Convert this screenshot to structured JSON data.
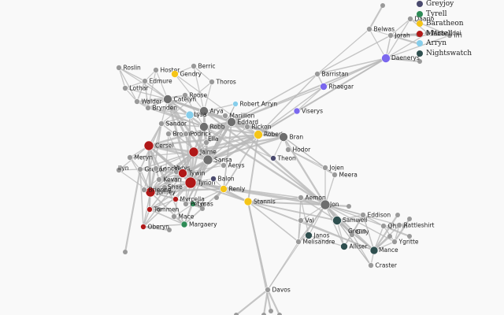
{
  "colors": {
    "edge": "#b8b8b8",
    "default": "#9a9a9a",
    "dark": "#6e6e6e",
    "Greyjoy": "#4a4a6e",
    "Tyrell": "#2e8b57",
    "Baratheon": "#f5c518",
    "Martell": "#b01818",
    "Arryn": "#87ceeb",
    "Nightswatch": "#2f4f4f",
    "Targaryen": "#7b68ee"
  },
  "legend": [
    {
      "key": "Greyjoy",
      "label": "Greyjoy"
    },
    {
      "key": "Tyrell",
      "label": "Tyrell"
    },
    {
      "key": "Baratheon",
      "label": "Baratheon"
    },
    {
      "key": "Martell",
      "label": "Martell"
    },
    {
      "key": "Arryn",
      "label": "Arryn"
    },
    {
      "key": "Nightswatch",
      "label": "Nightswatch"
    }
  ],
  "nodes": [
    {
      "id": "Roslin",
      "label": "Roslin",
      "g": "default"
    },
    {
      "id": "Hoster",
      "label": "Hoster",
      "g": "default"
    },
    {
      "id": "Gendry",
      "label": "Gendry",
      "g": "Baratheon"
    },
    {
      "id": "Berric",
      "label": "Berric",
      "g": "default"
    },
    {
      "id": "Edmure",
      "label": "Edmure",
      "g": "default"
    },
    {
      "id": "Thoros",
      "label": "Thoros",
      "g": "default"
    },
    {
      "id": "Lothar",
      "label": "Lothar",
      "g": "default"
    },
    {
      "id": "Roose",
      "label": "Roose",
      "g": "default"
    },
    {
      "id": "Walder",
      "label": "Walder",
      "g": "default"
    },
    {
      "id": "Catelyn",
      "label": "Catelyn",
      "g": "dark"
    },
    {
      "id": "Brynden",
      "label": "Brynden",
      "g": "default"
    },
    {
      "id": "Arya",
      "label": "Arya",
      "g": "dark"
    },
    {
      "id": "RobertArryn",
      "label": "Robert Arryn",
      "g": "Arryn"
    },
    {
      "id": "Lysa",
      "label": "Lysa",
      "g": "Arryn"
    },
    {
      "id": "Marillion",
      "label": "Marillion",
      "g": "default"
    },
    {
      "id": "Eddard",
      "label": "Eddard",
      "g": "dark"
    },
    {
      "id": "Sandor",
      "label": "Sandor",
      "g": "default"
    },
    {
      "id": "Robb",
      "label": "Robb",
      "g": "dark"
    },
    {
      "id": "Rickon",
      "label": "Rickon",
      "g": "default"
    },
    {
      "id": "Bronn",
      "label": "Bronn",
      "g": "default"
    },
    {
      "id": "Podrick",
      "label": "Podrick",
      "g": "default"
    },
    {
      "id": "Robert",
      "label": "Robert",
      "g": "Baratheon"
    },
    {
      "id": "Bran",
      "label": "Bran",
      "g": "dark"
    },
    {
      "id": "Cersei",
      "label": "Cersei",
      "g": "Martell"
    },
    {
      "id": "Ellaria",
      "label": "Ella",
      "g": "default"
    },
    {
      "id": "Jaime",
      "label": "Jaime",
      "g": "Martell"
    },
    {
      "id": "Hodor",
      "label": "Hodor",
      "g": "default"
    },
    {
      "id": "Meryn",
      "label": "Meryn",
      "g": "default"
    },
    {
      "id": "Sansa",
      "label": "Sansa",
      "g": "dark"
    },
    {
      "id": "Theon",
      "label": "Theon",
      "g": "Greyjoy"
    },
    {
      "id": "Aerys",
      "label": "Aerys",
      "g": "default"
    },
    {
      "id": "Ilyn",
      "label": "Ilyn",
      "g": "default"
    },
    {
      "id": "Gregor",
      "label": "Gregor",
      "g": "default"
    },
    {
      "id": "Lancel",
      "label": "Lancel",
      "g": "default"
    },
    {
      "id": "Varys",
      "label": "Varys",
      "g": "default"
    },
    {
      "id": "Tywin",
      "label": "Tywin",
      "g": "Martell"
    },
    {
      "id": "Kevan",
      "label": "Kevan",
      "g": "default"
    },
    {
      "id": "Tyrion",
      "label": "Tyrion",
      "g": "Martell"
    },
    {
      "id": "Shae",
      "label": "Shae",
      "g": "default"
    },
    {
      "id": "Joffrey",
      "label": "Joffrey",
      "g": "Martell"
    },
    {
      "id": "Balon",
      "label": "Balon",
      "g": "Greyjoy"
    },
    {
      "id": "Renly",
      "label": "Renly",
      "g": "Baratheon"
    },
    {
      "id": "Brienne",
      "label": "Brienne",
      "g": "default"
    },
    {
      "id": "Myrcella",
      "label": "Myrcella",
      "g": "Martell"
    },
    {
      "id": "Loras",
      "label": "Loras",
      "g": "Tyrell"
    },
    {
      "id": "Petyr",
      "label": "Petyr",
      "g": "default"
    },
    {
      "id": "Tommen",
      "label": "Tommen",
      "g": "Martell"
    },
    {
      "id": "Mace",
      "label": "Mace",
      "g": "default"
    },
    {
      "id": "Oberyn",
      "label": "Oberyn",
      "g": "Martell"
    },
    {
      "id": "Margaery",
      "label": "Margaery",
      "g": "Tyrell"
    },
    {
      "id": "Stannis",
      "label": "Stannis",
      "g": "Baratheon"
    },
    {
      "id": "Davos",
      "label": "Davos",
      "g": "default"
    },
    {
      "id": "Belwas",
      "label": "Belwas",
      "g": "default"
    },
    {
      "id": "Jorah",
      "label": "Jorah",
      "g": "default"
    },
    {
      "id": "Daario",
      "label": "Daario",
      "g": "default"
    },
    {
      "id": "Missandei",
      "label": "Missandei",
      "g": "default"
    },
    {
      "id": "Irri",
      "label": "Irri",
      "g": "default"
    },
    {
      "id": "Daenerys",
      "label": "Daenerys",
      "g": "Targaryen"
    },
    {
      "id": "Barristan",
      "label": "Barristan",
      "g": "default"
    },
    {
      "id": "Rhaegar",
      "label": "Rhaegar",
      "g": "Targaryen"
    },
    {
      "id": "Viserys",
      "label": "Viserys",
      "g": "Targaryen"
    },
    {
      "id": "Jojen",
      "label": "Jojen",
      "g": "default"
    },
    {
      "id": "Meera",
      "label": "Meera",
      "g": "default"
    },
    {
      "id": "Aemon",
      "label": "Aemon",
      "g": "default"
    },
    {
      "id": "Jon",
      "label": "Jon",
      "g": "dark"
    },
    {
      "id": "Eddison",
      "label": "Eddison",
      "g": "default"
    },
    {
      "id": "Samwell",
      "label": "Samwell",
      "g": "Nightswatch"
    },
    {
      "id": "Qhorin",
      "label": "Qhorin",
      "g": "default"
    },
    {
      "id": "Rattleshirt",
      "label": "Rattleshirt",
      "g": "default"
    },
    {
      "id": "Val",
      "label": "Val",
      "g": "default"
    },
    {
      "id": "Gilly",
      "label": "Gilly",
      "g": "default"
    },
    {
      "id": "Janos",
      "label": "Janos",
      "g": "Nightswatch"
    },
    {
      "id": "Ygritte",
      "label": "Ygritte",
      "g": "default"
    },
    {
      "id": "Melisandre",
      "label": "Melisandre",
      "g": "default"
    },
    {
      "id": "Alliser",
      "label": "Alliser",
      "g": "Nightswatch"
    },
    {
      "id": "Mance",
      "label": "Mance",
      "g": "Nightswatch"
    },
    {
      "id": "Craster",
      "label": "Craster",
      "g": "default"
    },
    {
      "id": "Grenn",
      "label": "Grenn",
      "g": "default"
    }
  ],
  "edges": [
    [
      "Roslin",
      "Edmure"
    ],
    [
      "Roslin",
      "Walder"
    ],
    [
      "Roslin",
      "Catelyn"
    ],
    [
      "Roslin",
      "Lothar"
    ],
    [
      "Hoster",
      "Edmure"
    ],
    [
      "Hoster",
      "Catelyn"
    ],
    [
      "Hoster",
      "Brynden"
    ],
    [
      "Gendry",
      "Arya"
    ],
    [
      "Gendry",
      "Berric"
    ],
    [
      "Gendry",
      "Robert"
    ],
    [
      "Berric",
      "Thoros"
    ],
    [
      "Berric",
      "Arya"
    ],
    [
      "Thoros",
      "Arya"
    ],
    [
      "Thoros",
      "Sandor"
    ],
    [
      "Edmure",
      "Catelyn"
    ],
    [
      "Edmure",
      "Brynden"
    ],
    [
      "Edmure",
      "Walder"
    ],
    [
      "Lothar",
      "Walder"
    ],
    [
      "Lothar",
      "Edmure"
    ],
    [
      "Lothar",
      "Catelyn"
    ],
    [
      "Roose",
      "Robb"
    ],
    [
      "Roose",
      "Walder"
    ],
    [
      "Roose",
      "Catelyn"
    ],
    [
      "Walder",
      "Catelyn"
    ],
    [
      "Walder",
      "Robb"
    ],
    [
      "Walder",
      "Brynden"
    ],
    [
      "Catelyn",
      "Robb"
    ],
    [
      "Catelyn",
      "Eddard"
    ],
    [
      "Catelyn",
      "Lysa"
    ],
    [
      "Catelyn",
      "Brynden"
    ],
    [
      "Catelyn",
      "Sansa"
    ],
    [
      "Catelyn",
      "Arya"
    ],
    [
      "Catelyn",
      "Bran"
    ],
    [
      "Catelyn",
      "Jaime"
    ],
    [
      "Catelyn",
      "Brienne"
    ],
    [
      "Catelyn",
      "Tyrion"
    ],
    [
      "Catelyn",
      "Rickon"
    ],
    [
      "Brynden",
      "Robb"
    ],
    [
      "Brynden",
      "Lysa"
    ],
    [
      "Arya",
      "Sandor"
    ],
    [
      "Arya",
      "Robb"
    ],
    [
      "Arya",
      "Eddard"
    ],
    [
      "Arya",
      "Sansa"
    ],
    [
      "Arya",
      "Bran"
    ],
    [
      "Arya",
      "Jon"
    ],
    [
      "Arya",
      "Rickon"
    ],
    [
      "RobertArryn",
      "Lysa"
    ],
    [
      "RobertArryn",
      "Sansa"
    ],
    [
      "RobertArryn",
      "Petyr"
    ],
    [
      "Lysa",
      "Petyr"
    ],
    [
      "Lysa",
      "Marillion"
    ],
    [
      "Lysa",
      "Sansa"
    ],
    [
      "Lysa",
      "Tyrion"
    ],
    [
      "Eddard",
      "Robert"
    ],
    [
      "Eddard",
      "Robb"
    ],
    [
      "Eddard",
      "Sansa"
    ],
    [
      "Eddard",
      "Bran"
    ],
    [
      "Eddard",
      "Cersei"
    ],
    [
      "Eddard",
      "Jaime"
    ],
    [
      "Eddard",
      "Varys"
    ],
    [
      "Eddard",
      "Petyr"
    ],
    [
      "Eddard",
      "Renly"
    ],
    [
      "Eddard",
      "Jon"
    ],
    [
      "Eddard",
      "Barristan"
    ],
    [
      "Eddard",
      "Rhaegar"
    ],
    [
      "Eddard",
      "Tyrion"
    ],
    [
      "Sandor",
      "Sansa"
    ],
    [
      "Sandor",
      "Joffrey"
    ],
    [
      "Sandor",
      "Gregor"
    ],
    [
      "Sandor",
      "Cersei"
    ],
    [
      "Sandor",
      "Robb"
    ],
    [
      "Robb",
      "Sansa"
    ],
    [
      "Robb",
      "Bran"
    ],
    [
      "Robb",
      "Jaime"
    ],
    [
      "Robb",
      "Theon"
    ],
    [
      "Robb",
      "Rickon"
    ],
    [
      "Robb",
      "Jon"
    ],
    [
      "Robb",
      "Tyrion"
    ],
    [
      "Rickon",
      "Bran"
    ],
    [
      "Rickon",
      "Sansa"
    ],
    [
      "Bronn",
      "Tyrion"
    ],
    [
      "Bronn",
      "Podrick"
    ],
    [
      "Bronn",
      "Shae"
    ],
    [
      "Robert",
      "Cersei"
    ],
    [
      "Robert",
      "Jaime"
    ],
    [
      "Robert",
      "Sansa"
    ],
    [
      "Robert",
      "Joffrey"
    ],
    [
      "Robert",
      "Stannis"
    ],
    [
      "Robert",
      "Renly"
    ],
    [
      "Robert",
      "Daenerys"
    ],
    [
      "Robert",
      "Barristan"
    ],
    [
      "Robert",
      "Viserys"
    ],
    [
      "Robert",
      "Bran"
    ],
    [
      "Robert",
      "Tyrion"
    ],
    [
      "Robert",
      "Rhaegar"
    ],
    [
      "Bran",
      "Hodor"
    ],
    [
      "Bran",
      "Jojen"
    ],
    [
      "Bran",
      "Meera"
    ],
    [
      "Bran",
      "Theon"
    ],
    [
      "Bran",
      "Jon"
    ],
    [
      "Bran",
      "Sansa"
    ],
    [
      "Bran",
      "Jaime"
    ],
    [
      "Hodor",
      "Jojen"
    ],
    [
      "Hodor",
      "Meera"
    ],
    [
      "Jojen",
      "Meera"
    ],
    [
      "Jojen",
      "Jon"
    ],
    [
      "Meera",
      "Jon"
    ],
    [
      "Cersei",
      "Jaime"
    ],
    [
      "Cersei",
      "Tyrion"
    ],
    [
      "Cersei",
      "Joffrey"
    ],
    [
      "Cersei",
      "Tywin"
    ],
    [
      "Cersei",
      "Tommen"
    ],
    [
      "Cersei",
      "Meryn"
    ],
    [
      "Cersei",
      "Sansa"
    ],
    [
      "Cersei",
      "Lancel"
    ],
    [
      "Cersei",
      "Myrcella"
    ],
    [
      "Cersei",
      "Varys"
    ],
    [
      "Cersei",
      "Kevan"
    ],
    [
      "Cersei",
      "Margaery"
    ],
    [
      "Cersei",
      "Ilyn"
    ],
    [
      "Jaime",
      "Tyrion"
    ],
    [
      "Jaime",
      "Tywin"
    ],
    [
      "Jaime",
      "Brienne"
    ],
    [
      "Jaime",
      "Joffrey"
    ],
    [
      "Jaime",
      "Aerys"
    ],
    [
      "Jaime",
      "Sansa"
    ],
    [
      "Jaime",
      "Tommen"
    ],
    [
      "Jaime",
      "Kevan"
    ],
    [
      "Jaime",
      "Lancel"
    ],
    [
      "Jaime",
      "Gregor"
    ],
    [
      "Jaime",
      "Meryn"
    ],
    [
      "Sansa",
      "Tyrion"
    ],
    [
      "Sansa",
      "Joffrey"
    ],
    [
      "Sansa",
      "Petyr"
    ],
    [
      "Sansa",
      "Margaery"
    ],
    [
      "Sansa",
      "Shae"
    ],
    [
      "Sansa",
      "Aerys"
    ],
    [
      "Tywin",
      "Tyrion"
    ],
    [
      "Tywin",
      "Kevan"
    ],
    [
      "Tywin",
      "Joffrey"
    ],
    [
      "Tywin",
      "Varys"
    ],
    [
      "Tywin",
      "Gregor"
    ],
    [
      "Tywin",
      "Oberyn"
    ],
    [
      "Tywin",
      "Mace"
    ],
    [
      "Tywin",
      "Stannis"
    ],
    [
      "Tywin",
      "Aerys"
    ],
    [
      "Tyrion",
      "Varys"
    ],
    [
      "Tyrion",
      "Shae"
    ],
    [
      "Tyrion",
      "Joffrey"
    ],
    [
      "Tyrion",
      "Podrick"
    ],
    [
      "Tyrion",
      "Kevan"
    ],
    [
      "Tyrion",
      "Myrcella"
    ],
    [
      "Tyrion",
      "Tommen"
    ],
    [
      "Tyrion",
      "Oberyn"
    ],
    [
      "Tyrion",
      "Petyr"
    ],
    [
      "Tyrion",
      "Stannis"
    ],
    [
      "Tyrion",
      "Jon"
    ],
    [
      "Tyrion",
      "Aemon"
    ],
    [
      "Tyrion",
      "Balon"
    ],
    [
      "Joffrey",
      "Myrcella"
    ],
    [
      "Joffrey",
      "Tommen"
    ],
    [
      "Joffrey",
      "Margaery"
    ],
    [
      "Joffrey",
      "Loras"
    ],
    [
      "Joffrey",
      "Renly"
    ],
    [
      "Joffrey",
      "Meryn"
    ],
    [
      "Joffrey",
      "Kevan"
    ],
    [
      "Joffrey",
      "Oberyn"
    ],
    [
      "Joffrey",
      "Ilyn"
    ],
    [
      "Joffrey",
      "Gregor"
    ],
    [
      "Joffrey",
      "Lancel"
    ],
    [
      "Tommen",
      "Myrcella"
    ],
    [
      "Tommen",
      "Oberyn"
    ],
    [
      "Tommen",
      "Margaery"
    ],
    [
      "Gregor",
      "Oberyn"
    ],
    [
      "Gregor",
      "Ilyn"
    ],
    [
      "Gregor",
      "Meryn"
    ],
    [
      "Kevan",
      "Lancel"
    ],
    [
      "Kevan",
      "Varys"
    ],
    [
      "Oberyn",
      "Margaery"
    ],
    [
      "Mace",
      "Margaery"
    ],
    [
      "Mace",
      "Loras"
    ],
    [
      "Loras",
      "Renly"
    ],
    [
      "Loras",
      "Margaery"
    ],
    [
      "Loras",
      "Brienne"
    ],
    [
      "Renly",
      "Stannis"
    ],
    [
      "Renly",
      "Brienne"
    ],
    [
      "Renly",
      "Margaery"
    ],
    [
      "Renly",
      "Balon"
    ],
    [
      "Stannis",
      "Davos"
    ],
    [
      "Stannis",
      "Jon"
    ],
    [
      "Stannis",
      "Melisandre"
    ],
    [
      "Stannis",
      "Mance"
    ],
    [
      "Stannis",
      "Aemon"
    ],
    [
      "Stannis",
      "Samwell"
    ],
    [
      "Davos",
      "Melisandre"
    ],
    [
      "Davos",
      "Jon"
    ],
    [
      "Daenerys",
      "Jorah"
    ],
    [
      "Daenerys",
      "Daario"
    ],
    [
      "Daenerys",
      "Missandei"
    ],
    [
      "Daenerys",
      "Irri"
    ],
    [
      "Daenerys",
      "Belwas"
    ],
    [
      "Daenerys",
      "Barristan"
    ],
    [
      "Daenerys",
      "Viserys"
    ],
    [
      "Daenerys",
      "Rhaegar"
    ],
    [
      "Daenerys",
      "Eddard"
    ],
    [
      "Jorah",
      "Daario"
    ],
    [
      "Jorah",
      "Missandei"
    ],
    [
      "Jorah",
      "Belwas"
    ],
    [
      "Jorah",
      "Irri"
    ],
    [
      "Daario",
      "Missandei"
    ],
    [
      "Daario",
      "Irri"
    ],
    [
      "Missandei",
      "Irri"
    ],
    [
      "Belwas",
      "Barristan"
    ],
    [
      "Jorah",
      "Barristan"
    ],
    [
      "Barristan",
      "Rhaegar"
    ],
    [
      "Viserys",
      "Rhaegar"
    ],
    [
      "Jon",
      "Aemon"
    ],
    [
      "Jon",
      "Samwell"
    ],
    [
      "Jon",
      "Eddison"
    ],
    [
      "Jon",
      "Qhorin"
    ],
    [
      "Jon",
      "Val"
    ],
    [
      "Jon",
      "Gilly"
    ],
    [
      "Jon",
      "Janos"
    ],
    [
      "Jon",
      "Ygritte"
    ],
    [
      "Jon",
      "Melisandre"
    ],
    [
      "Jon",
      "Alliser"
    ],
    [
      "Jon",
      "Mance"
    ],
    [
      "Jon",
      "Craster"
    ],
    [
      "Jon",
      "Grenn"
    ],
    [
      "Jon",
      "Rattleshirt"
    ],
    [
      "Samwell",
      "Aemon"
    ],
    [
      "Samwell",
      "Gilly"
    ],
    [
      "Samwell",
      "Grenn"
    ],
    [
      "Samwell",
      "Eddison"
    ],
    [
      "Samwell",
      "Craster"
    ],
    [
      "Samwell",
      "Mance"
    ],
    [
      "Samwell",
      "Alliser"
    ],
    [
      "Qhorin",
      "Ygritte"
    ],
    [
      "Qhorin",
      "Rattleshirt"
    ],
    [
      "Qhorin",
      "Mance"
    ],
    [
      "Ygritte",
      "Mance"
    ],
    [
      "Ygritte",
      "Rattleshirt"
    ],
    [
      "Mance",
      "Craster"
    ],
    [
      "Mance",
      "Val"
    ],
    [
      "Mance",
      "Rattleshirt"
    ],
    [
      "Mance",
      "Gilly"
    ],
    [
      "Gilly",
      "Craster"
    ],
    [
      "Gilly",
      "Grenn"
    ],
    [
      "Grenn",
      "Eddison"
    ],
    [
      "Grenn",
      "Alliser"
    ],
    [
      "Alliser",
      "Janos"
    ],
    [
      "Alliser",
      "Eddison"
    ],
    [
      "Aemon",
      "Janos"
    ],
    [
      "Aemon",
      "Melisandre"
    ],
    [
      "Val",
      "Melisandre"
    ],
    [
      "Janos",
      "Melisandre"
    ],
    [
      "Eddison",
      "Qhorin"
    ],
    [
      "Eddison",
      "Mance"
    ]
  ]
}
